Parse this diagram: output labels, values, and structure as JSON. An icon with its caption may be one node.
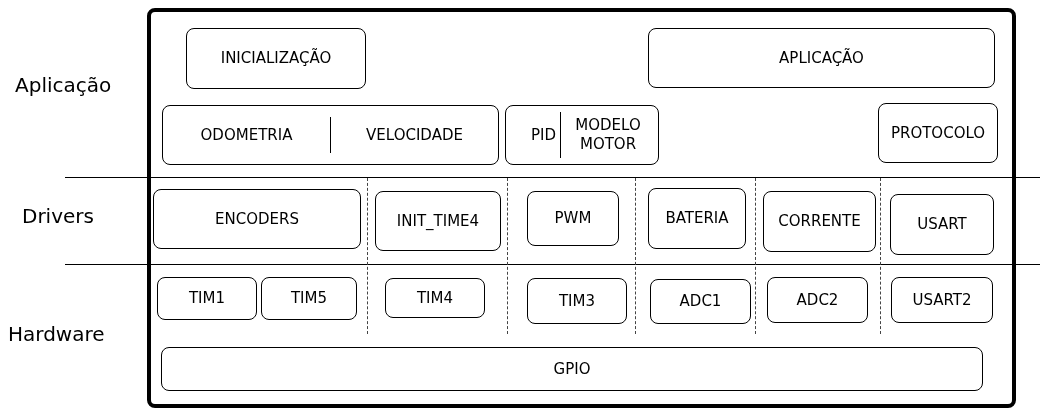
{
  "diagram": {
    "nodes": [
      {
        "text": [
          "INICIALIZAÇÃO"
        ]
      },
      {
        "text": [
          "APLICAÇÃO"
        ]
      },
      {
        "text": [
          "ODOMETRIA",
          "VELOCIDADE"
        ]
      },
      {
        "text": [
          "PID",
          "MODELO MOTOR"
        ]
      },
      {
        "text": [
          "PROTOCOLO"
        ]
      },
      {
        "text": [
          "ENCODERS"
        ]
      },
      {
        "text": [
          "INIT_TIME4"
        ]
      },
      {
        "text": [
          "PWM"
        ]
      },
      {
        "text": [
          "BATERIA"
        ]
      },
      {
        "text": [
          "CORRENTE"
        ]
      },
      {
        "text": [
          "USART"
        ]
      },
      {
        "text": [
          "TIM1"
        ]
      },
      {
        "text": [
          "TIM5"
        ]
      },
      {
        "text": [
          "TIM4"
        ]
      },
      {
        "text": [
          "TIM3"
        ]
      },
      {
        "text": [
          "ADC1"
        ]
      },
      {
        "text": [
          "ADC2"
        ]
      },
      {
        "text": [
          "USART2"
        ]
      },
      {
        "text": [
          "GPIO"
        ]
      }
    ],
    "labels": [
      "Aplicação",
      "Drivers",
      "Hardware"
    ]
  }
}
